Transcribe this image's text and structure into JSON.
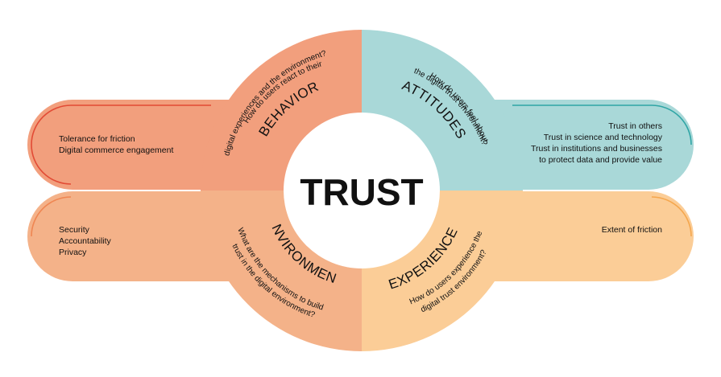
{
  "center": {
    "title": "TRUST"
  },
  "quadrants": {
    "behavior": {
      "title": "BEHAVIOR",
      "question_line1": "How do users react to their",
      "question_line2": "digital experiences and the environment?",
      "items": [
        "Tolerance for friction",
        "Digital commerce engagement"
      ],
      "color": "#f29f7d",
      "dark": "#e24b35"
    },
    "attitudes": {
      "title": "ATTITUDES",
      "question_line1": "How do users feel about",
      "question_line2": "the digital trust environment?",
      "items": [
        "Trust in others",
        "Trust in science and technology",
        "Trust in institutions and businesses",
        "to protect data and provide value"
      ],
      "color": "#a9d8d8",
      "dark": "#2fa5a5"
    },
    "environment": {
      "title": "ENVIRONMENT",
      "question_line1": "What are the mechanisms to build",
      "question_line2": "trust in the digital environment?",
      "items": [
        "Security",
        "Accountability",
        "Privacy"
      ],
      "color": "#f4b289",
      "dark": "#ef8652"
    },
    "experience": {
      "title": "EXPERIENCE",
      "question_line1": "How do users experience the",
      "question_line2": "digital trust environment?",
      "items": [
        "Extent of friction"
      ],
      "color": "#fbcd97",
      "dark": "#f5a74e"
    }
  }
}
